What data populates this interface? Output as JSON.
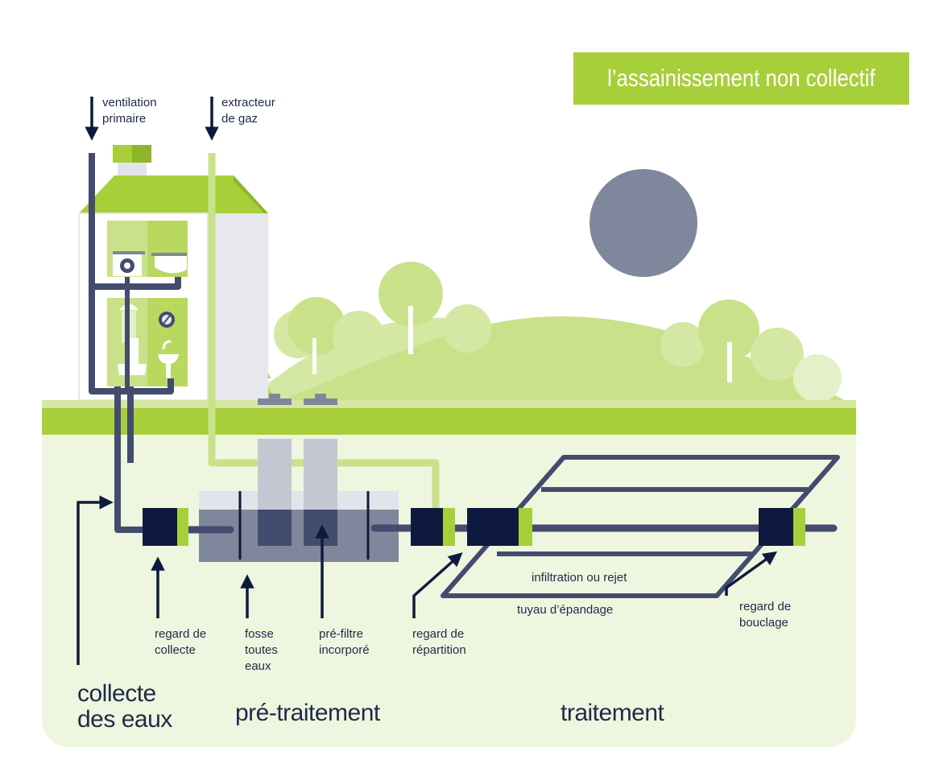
{
  "title": "l’assainissement non collectif",
  "labels": {
    "ventilation_1": "ventilation",
    "ventilation_2": "primaire",
    "extracteur_1": "extracteur",
    "extracteur_2": "de gaz",
    "regard_collecte_1": "regard de",
    "regard_collecte_2": "collecte",
    "fosse_1": "fosse",
    "fosse_2": "toutes",
    "fosse_3": "eaux",
    "prefiltre_1": "pré-filtre",
    "prefiltre_2": "incorporé",
    "regard_repartition_1": "regard de",
    "regard_repartition_2": "répartition",
    "infiltration": "infiltration ou rejet",
    "tuyau": "tuyau d’épandage",
    "regard_bouclage_1": "regard de",
    "regard_bouclage_2": "bouclage"
  },
  "sections": {
    "collecte_1": "collecte",
    "collecte_2": "des eaux",
    "pretraitement": "pré-traitement",
    "traitement": "traitement"
  },
  "colors": {
    "navy": "#0e1a3d",
    "pipe": "#434c6e",
    "green": "#a7cf3a",
    "light_green": "#c9e28a",
    "pale_green": "#eef6df",
    "grey": "#7f879c",
    "sun": "#7f879c"
  }
}
